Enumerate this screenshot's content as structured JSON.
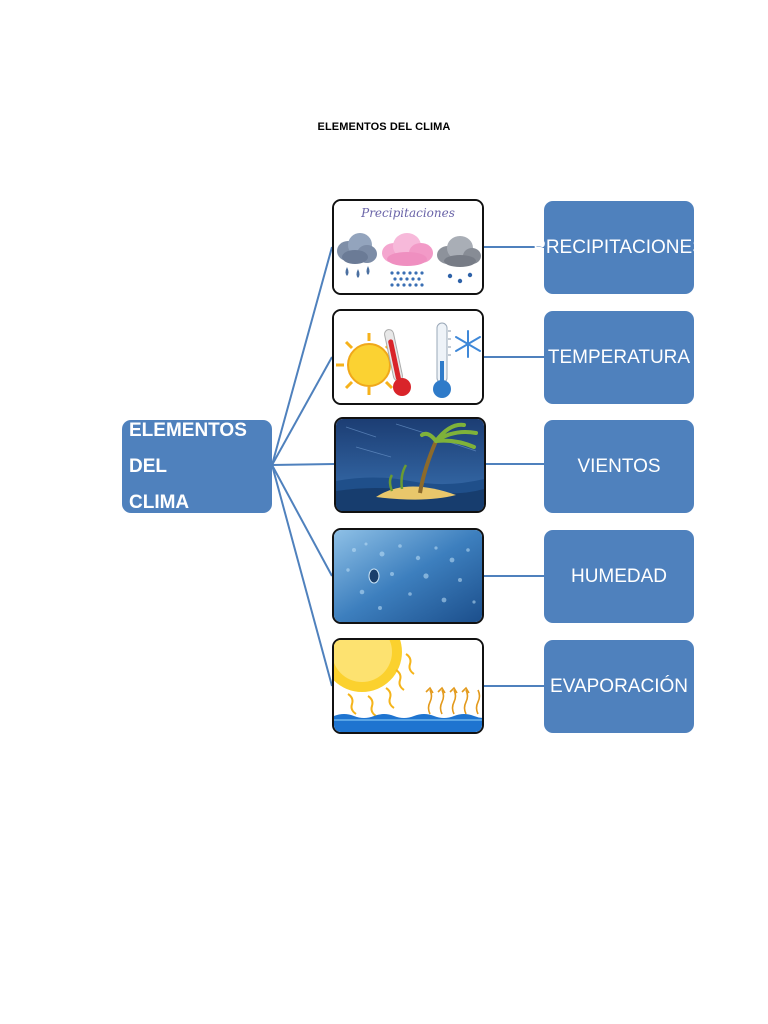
{
  "page": {
    "title": "ELEMENTOS DEL CLIMA"
  },
  "main": {
    "label_line1": "ELEMENTOS DEL",
    "label_line2": "CLIMA"
  },
  "colors": {
    "box": "#4f81bd",
    "line": "#4f81bd",
    "box_text": "#ffffff"
  },
  "elements": [
    {
      "label": "PRECIPITACIONES",
      "image_caption": "Precipitaciones",
      "icon": "rain-snow-hail-clouds-icon"
    },
    {
      "label": "TEMPERATURA",
      "icon": "sun-thermometer-icon"
    },
    {
      "label": "VIENTOS",
      "icon": "windy-island-icon"
    },
    {
      "label": "HUMEDAD",
      "icon": "water-droplets-icon"
    },
    {
      "label": "EVAPORACIÓN",
      "icon": "sun-evaporation-icon"
    }
  ]
}
